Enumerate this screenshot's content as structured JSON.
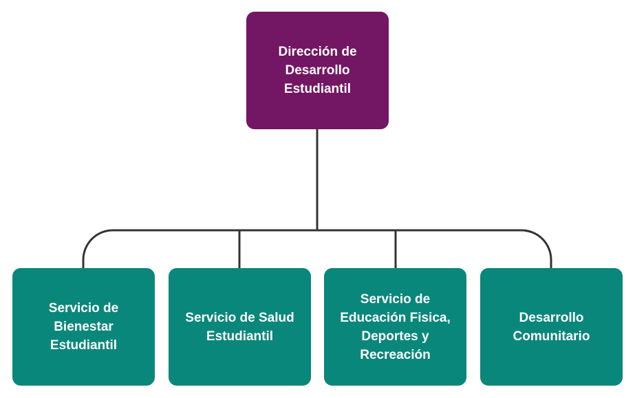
{
  "diagram": {
    "type": "org-chart",
    "colors": {
      "root_fill": "#731663",
      "child_fill": "#09877a",
      "text": "#ffffff",
      "connector": "#333333"
    },
    "root": {
      "label": "Dirección de\nDesarrollo\nEstudiantil"
    },
    "children": [
      {
        "label": "Servicio de\nBienestar\nEstudiantil"
      },
      {
        "label": "Servicio de Salud\nEstudiantil"
      },
      {
        "label": "Servicio de\nEducación Fisica,\nDeportes y\nRecreación"
      },
      {
        "label": "Desarrollo\nComunitario"
      }
    ]
  }
}
